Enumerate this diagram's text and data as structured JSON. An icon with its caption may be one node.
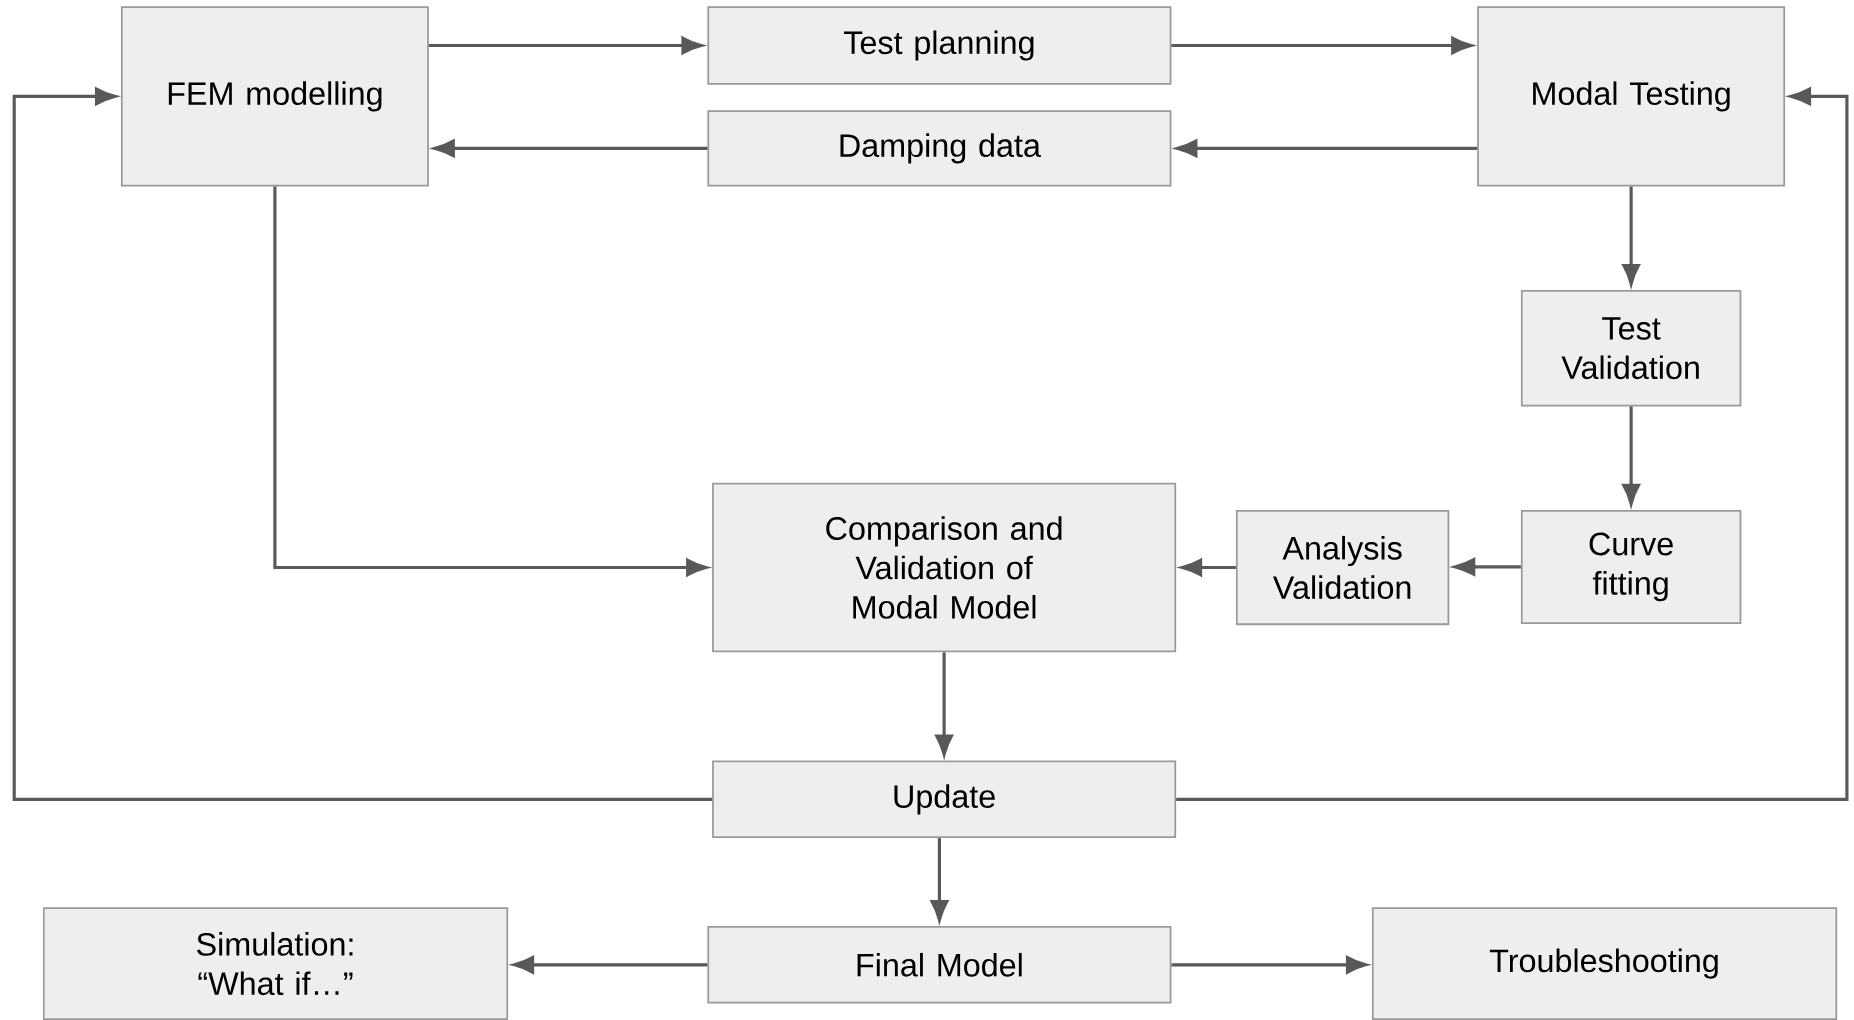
{
  "diagram": {
    "nodes": [
      {
        "text": [
          "FEM modelling"
        ]
      },
      {
        "text": [
          "Test planning"
        ]
      },
      {
        "text": [
          "Modal Testing"
        ]
      },
      {
        "text": [
          "Damping data"
        ]
      },
      {
        "text": [
          "Test Validation"
        ]
      },
      {
        "text": [
          "Comparison and Validation of Modal Model"
        ]
      },
      {
        "text": [
          "Analysis Validation"
        ]
      },
      {
        "text": [
          "Curve fitting"
        ]
      },
      {
        "text": [
          "Update"
        ]
      },
      {
        "text": [
          "Simulation: “What if…”"
        ]
      },
      {
        "text": [
          "Final Model"
        ]
      },
      {
        "text": [
          "Troubleshooting"
        ]
      }
    ],
    "edges": [
      {
        "from": 0,
        "to": 1,
        "arrow": "to"
      },
      {
        "from": 1,
        "to": 2,
        "arrow": "to"
      },
      {
        "from": 2,
        "to": 3,
        "arrow": "to"
      },
      {
        "from": 3,
        "to": 0,
        "arrow": "to"
      },
      {
        "from": 2,
        "to": 4,
        "arrow": "to"
      },
      {
        "from": 4,
        "to": 7,
        "arrow": "to"
      },
      {
        "from": 7,
        "to": 6,
        "arrow": "to"
      },
      {
        "from": 6,
        "to": 5,
        "arrow": "to"
      },
      {
        "from": 0,
        "to": 5,
        "arrow": "to"
      },
      {
        "from": 5,
        "to": 8,
        "arrow": "to"
      },
      {
        "from": 8,
        "to": 0,
        "arrow": "to"
      },
      {
        "from": 8,
        "to": 2,
        "arrow": "to"
      },
      {
        "from": 8,
        "to": 10,
        "arrow": "to"
      },
      {
        "from": 10,
        "to": 9,
        "arrow": "to"
      },
      {
        "from": 10,
        "to": 11,
        "arrow": "to"
      }
    ]
  }
}
